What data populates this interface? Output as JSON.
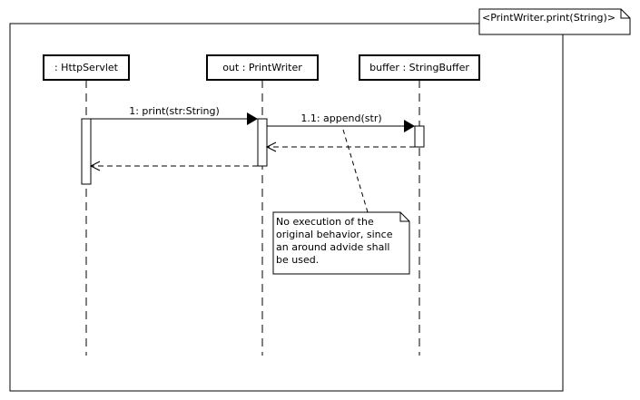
{
  "frame": {
    "tag": "<PrintWriter.print(String)>"
  },
  "lifelines": [
    {
      "id": "servlet",
      "label": ": HttpServlet"
    },
    {
      "id": "out",
      "label": "out : PrintWriter"
    },
    {
      "id": "buffer",
      "label": "buffer : StringBuffer"
    }
  ],
  "messages": [
    {
      "id": "m1",
      "label": "1: print(str:String)",
      "from": "servlet",
      "to": "out",
      "kind": "sync"
    },
    {
      "id": "m11",
      "label": "1.1: append(str)",
      "from": "out",
      "to": "buffer",
      "kind": "sync"
    },
    {
      "id": "r11",
      "label": "",
      "from": "buffer",
      "to": "out",
      "kind": "return"
    },
    {
      "id": "r1",
      "label": "",
      "from": "out",
      "to": "servlet",
      "kind": "return"
    }
  ],
  "note": {
    "lines": [
      "No execution of the",
      "original behavior, since",
      "an around advide shall",
      "be used."
    ]
  }
}
